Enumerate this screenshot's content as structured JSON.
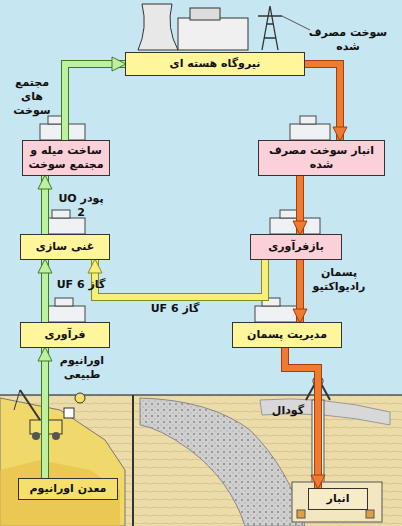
{
  "diagram": {
    "nodes": [
      {
        "text": [
          "نیروگاه هسته ای"
        ]
      },
      {
        "text": [
          "انبار سوخت مصرف شده"
        ]
      },
      {
        "text": [
          "ساخت میله و مجتمع سوخت"
        ]
      },
      {
        "text": [
          "غنی سازی"
        ]
      },
      {
        "text": [
          "بازفرآوری"
        ]
      },
      {
        "text": [
          "فرآوری"
        ]
      },
      {
        "text": [
          "مدیریت پسمان"
        ]
      },
      {
        "text": [
          "معدن اورانیوم"
        ]
      },
      {
        "text": [
          "انبار"
        ]
      }
    ],
    "edges": [
      {
        "from": 2,
        "to": 0,
        "label": "مجتمع های سوخت",
        "arrow": "to"
      },
      {
        "from": 0,
        "to": 1,
        "label": "سوخت مصرف شده",
        "arrow": "to"
      },
      {
        "from": 1,
        "to": 4,
        "arrow": "to"
      },
      {
        "from": 4,
        "to": 3,
        "label": "گاز UF 6",
        "arrow": "to"
      },
      {
        "from": 4,
        "to": 6,
        "label": "پسمان رادیواکتیو",
        "arrow": "to"
      },
      {
        "from": 5,
        "to": 3,
        "label": "گاز UF 6",
        "arrow": "to"
      },
      {
        "from": 3,
        "to": 2,
        "label": "پودر UO 2",
        "arrow": "to"
      },
      {
        "from": 7,
        "to": 5,
        "label": "اورانیوم طبیعی",
        "arrow": "to"
      },
      {
        "from": 6,
        "to": 8,
        "arrow": "to"
      }
    ],
    "labels": [
      "گودال"
    ]
  }
}
